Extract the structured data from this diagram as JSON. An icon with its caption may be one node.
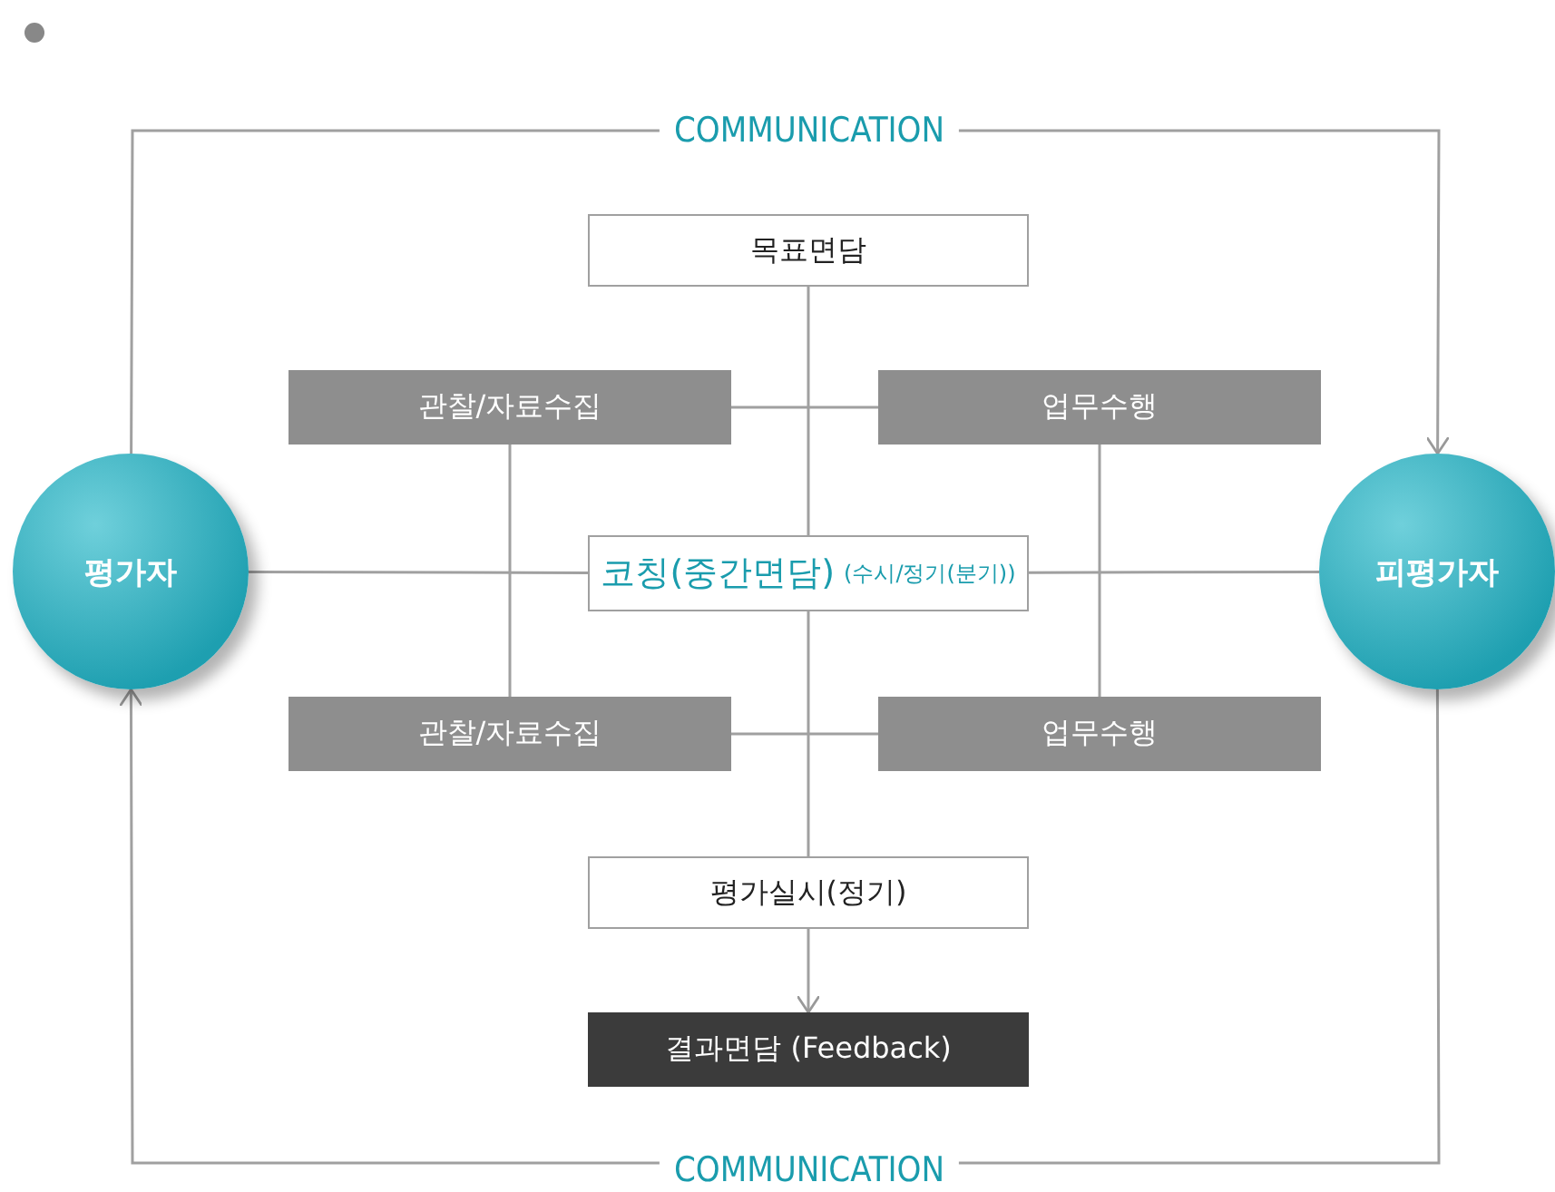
{
  "diagram": {
    "nodes": [
      {
        "text": [
          "평가자"
        ]
      },
      {
        "text": [
          "피평가자"
        ]
      },
      {
        "text": [
          "목표면담"
        ]
      },
      {
        "text": [
          "관찰/자료수집"
        ]
      },
      {
        "text": [
          "업무수행"
        ]
      },
      {
        "text": [
          "코칭(중간면담)",
          "(수시/정기(분기))"
        ]
      },
      {
        "text": [
          "관찰/자료수집"
        ]
      },
      {
        "text": [
          "업무수행"
        ]
      },
      {
        "text": [
          "평가실시(정기)"
        ]
      },
      {
        "text": [
          "결과면담 (Feedback)"
        ]
      }
    ],
    "edges": [
      {
        "from": 0,
        "to": 1,
        "arrow": "to",
        "label": "COMMUNICATION"
      },
      {
        "from": 1,
        "to": 0,
        "arrow": "to",
        "label": "COMMUNICATION"
      },
      {
        "from": 0,
        "to": 5,
        "arrow": "none"
      },
      {
        "from": 5,
        "to": 1,
        "arrow": "none"
      },
      {
        "from": 2,
        "to": 5,
        "arrow": "none"
      },
      {
        "from": 5,
        "to": 8,
        "arrow": "none"
      },
      {
        "from": 8,
        "to": 9,
        "arrow": "to"
      },
      {
        "from": 3,
        "to": 4,
        "arrow": "none"
      },
      {
        "from": 6,
        "to": 7,
        "arrow": "none"
      },
      {
        "from": 3,
        "to": 6,
        "arrow": "none"
      },
      {
        "from": 4,
        "to": 7,
        "arrow": "none"
      }
    ]
  }
}
